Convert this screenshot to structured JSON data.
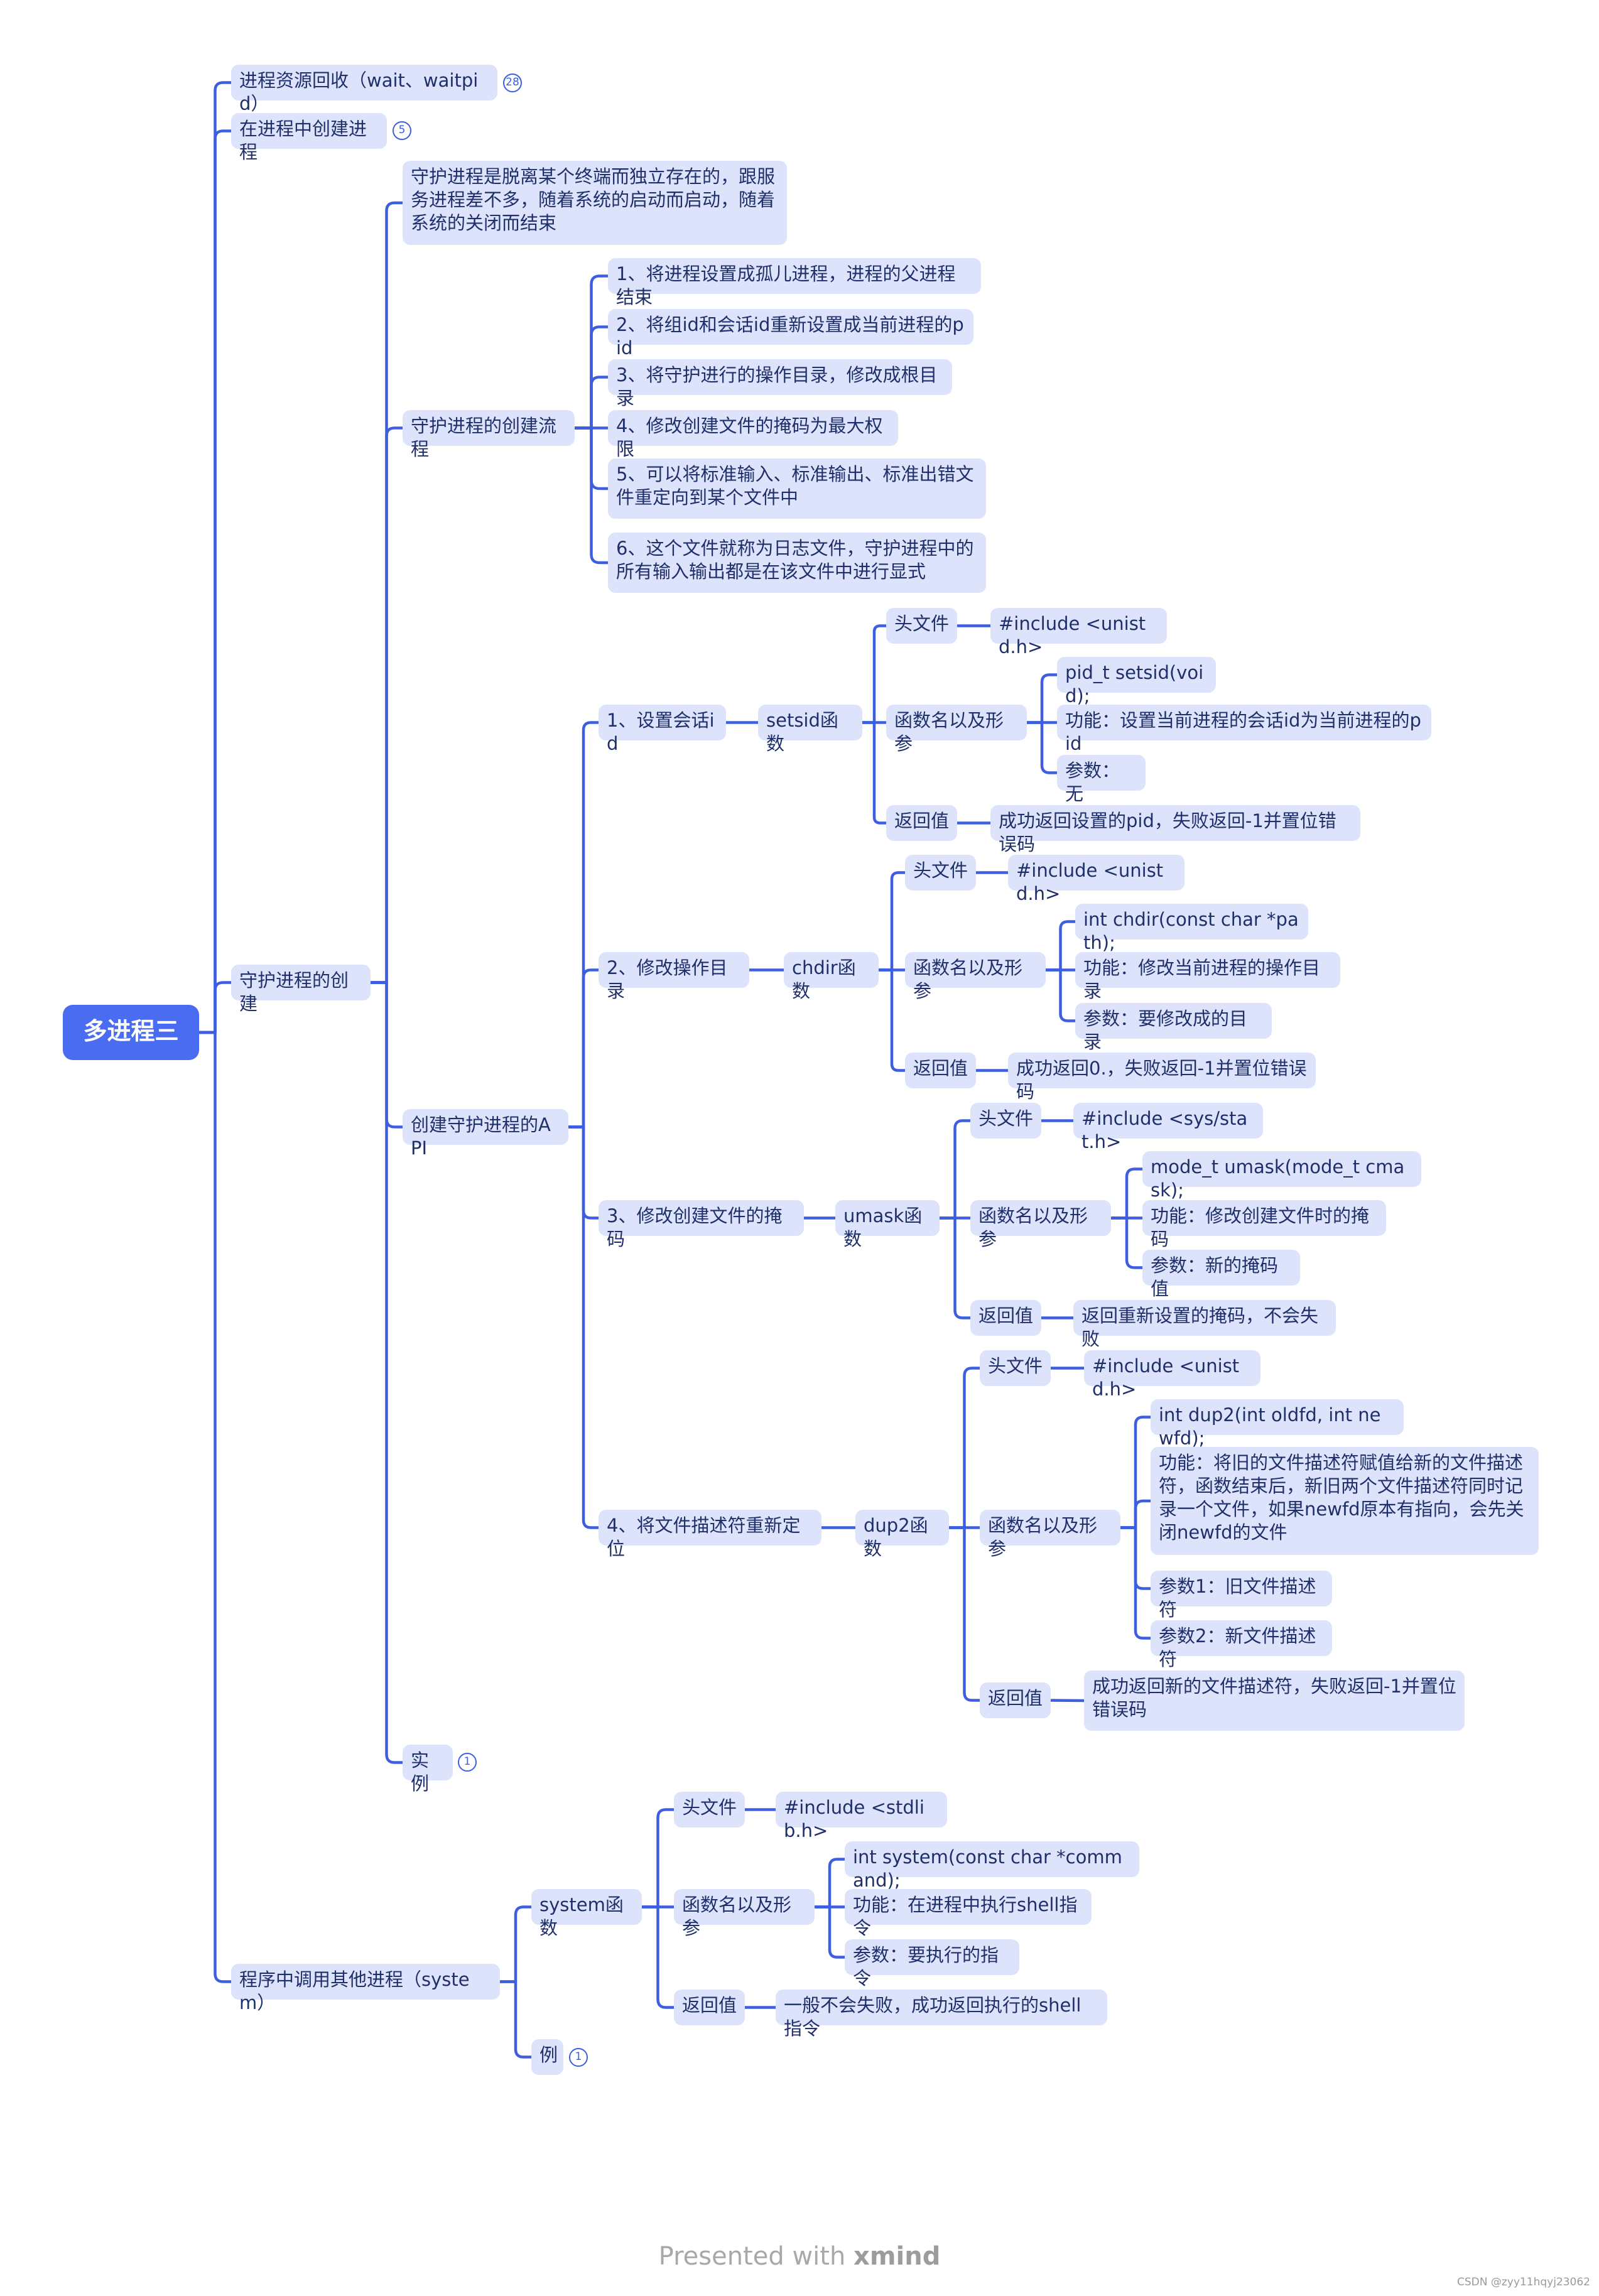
{
  "root": "多进程三",
  "topics": {
    "reclaim": "进程资源回收（wait、waitpid）",
    "reclaim_count": "28",
    "create": "在进程中创建进程",
    "create_count": "5",
    "daemon": "守护进程的创建",
    "daemon_desc": "守护进程是脱离某个终端而独立存在的，跟服务进程差不多，随着系统的启动而启动，随着系统的关闭而结束",
    "flow": "守护进程的创建流程",
    "flow_steps": [
      "1、将进程设置成孤儿进程，进程的父进程结束",
      "2、将组id和会话id重新设置成当前进程的pid",
      "3、将守护进行的操作目录，修改成根目录",
      "4、修改创建文件的掩码为最大权限",
      "5、可以将标准输入、标准输出、标准出错文件重定向到某个文件中",
      "6、这个文件就称为日志文件，守护进程中的所有输入输出都是在该文件中进行显式"
    ],
    "api": "创建守护进程的API",
    "example": "实例",
    "example_count": "1",
    "system_call": "程序中调用其他进程（system）",
    "system_example": "例",
    "system_example_count": "1"
  },
  "labels": {
    "header": "头文件",
    "proto": "函数名以及形参",
    "ret": "返回值"
  },
  "api": [
    {
      "step": "1、设置会话id",
      "func": "setsid函数",
      "header": "#include <unistd.h>",
      "proto": [
        "pid_t setsid(void);",
        "功能：设置当前进程的会话id为当前进程的pid",
        "参数：无"
      ],
      "ret": "成功返回设置的pid，失败返回-1并置位错误码"
    },
    {
      "step": "2、修改操作目录",
      "func": "chdir函数",
      "header": "#include <unistd.h>",
      "proto": [
        "int chdir(const char *path);",
        "功能：修改当前进程的操作目录",
        "参数：要修改成的目录"
      ],
      "ret": "成功返回0.，失败返回-1并置位错误码"
    },
    {
      "step": "3、修改创建文件的掩码",
      "func": "umask函数",
      "header": "#include <sys/stat.h>",
      "proto": [
        "mode_t umask(mode_t cmask);",
        "功能：修改创建文件时的掩码",
        "参数：新的掩码值"
      ],
      "ret": "返回重新设置的掩码，不会失败"
    },
    {
      "step": "4、将文件描述符重新定位",
      "func": "dup2函数",
      "header": "#include <unistd.h>",
      "proto": [
        "int dup2(int oldfd, int newfd);",
        "功能：将旧的文件描述符赋值给新的文件描述符，函数结束后，新旧两个文件描述符同时记录一个文件，如果newfd原本有指向，会先关闭newfd的文件",
        "参数1：旧文件描述符",
        "参数2：新文件描述符"
      ],
      "ret": "成功返回新的文件描述符，失败返回-1并置位错误码"
    }
  ],
  "system": {
    "func": "system函数",
    "header": "#include <stdlib.h>",
    "proto": [
      "int system(const char *command);",
      "功能：在进程中执行shell指令",
      "参数：要执行的指令"
    ],
    "ret": "一般不会失败，成功返回执行的shell指令"
  },
  "footer": {
    "prefix": "Presented with",
    "brand": "xmind",
    "watermark": "CSDN @zyy11hqyj23062"
  },
  "colors": {
    "line": "#3d5ee0",
    "node_fill": "#dde3fb",
    "node_text": "#1f2f6a",
    "root_fill": "#4a6cf1"
  }
}
